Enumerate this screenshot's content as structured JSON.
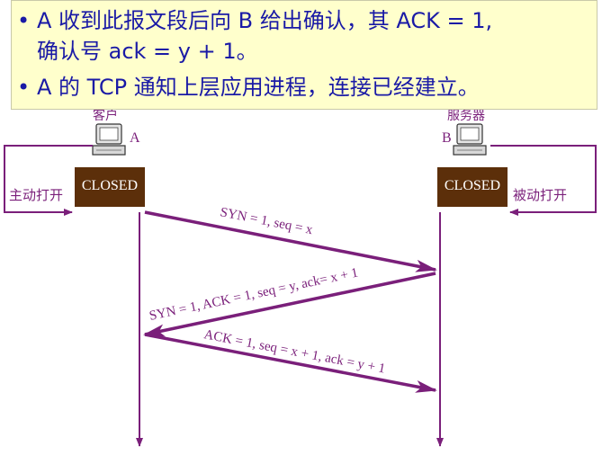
{
  "callout": {
    "bullet1_line1": "A 收到此报文段后向 B 给出确认，其 ACK = 1,",
    "bullet1_line2": "确认号 ack = y + 1。",
    "bullet2": "A 的 TCP 通知上层应用进程，连接已经建立。",
    "bullet_symbol": "•"
  },
  "client": {
    "title": "客户",
    "letter": "A",
    "state": "CLOSED",
    "open_label": "主动打开"
  },
  "server": {
    "title": "服务器",
    "letter": "B",
    "state": "CLOSED",
    "open_label": "被动打开"
  },
  "messages": [
    {
      "label": "SYN = 1, seq = x"
    },
    {
      "label": "SYN = 1, ACK = 1, seq = y, ack= x + 1"
    },
    {
      "label": "ACK = 1, seq = x + 1, ack = y + 1"
    }
  ],
  "colors": {
    "arrow": "#7a1f7a",
    "state_box": "#5c2f0a",
    "state_text": "#ffffff",
    "callout_bg": "#ffffcc",
    "callout_text": "#1a1aa6",
    "timeline": "#7a1f7a"
  },
  "icons": {
    "client_icon": "computer-icon",
    "server_icon": "computer-icon"
  }
}
